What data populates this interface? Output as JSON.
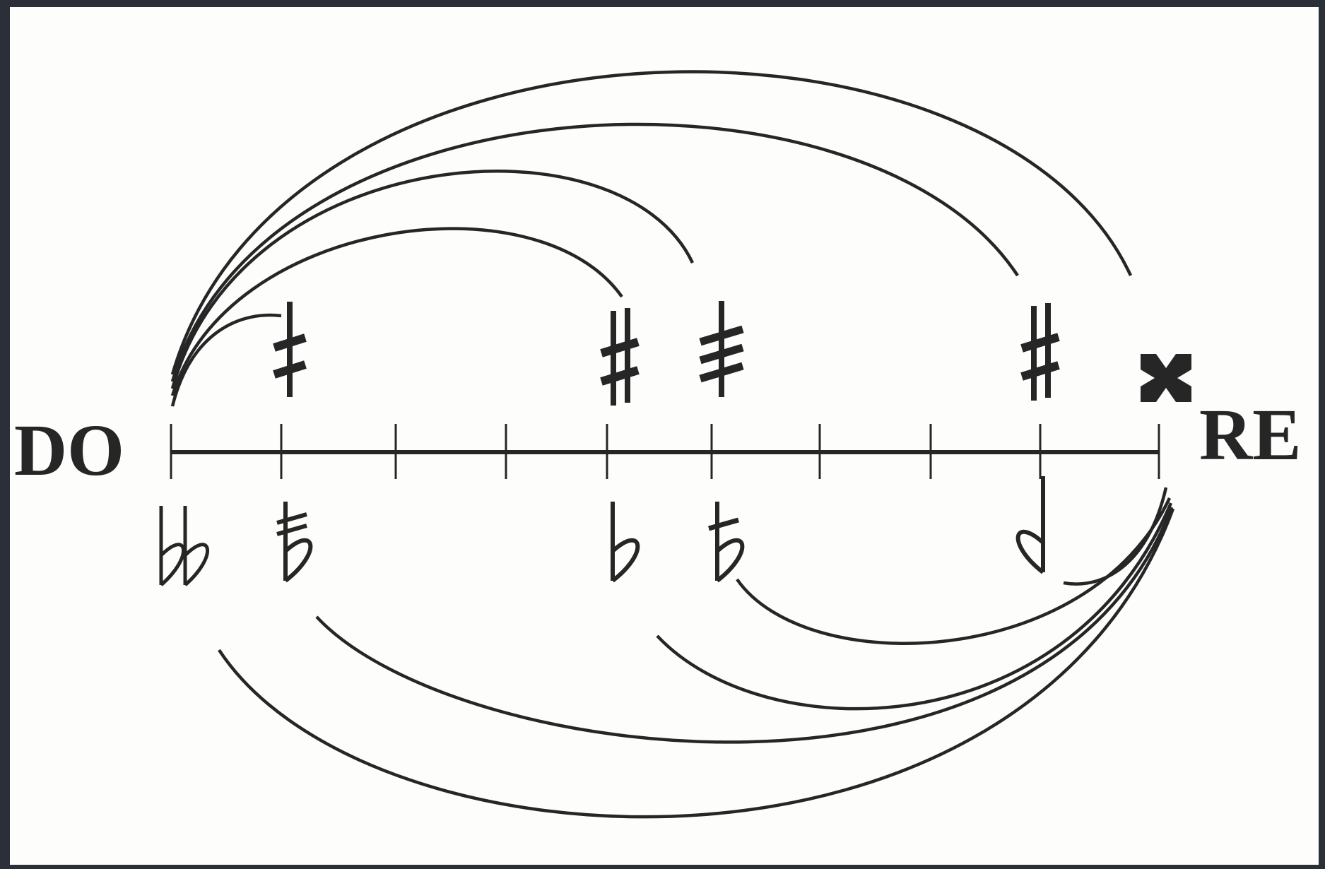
{
  "labels": {
    "left": "DO",
    "right": "RE"
  },
  "axis": {
    "divisions": 9
  },
  "accidentals_above": [
    {
      "step": 1,
      "symbol": "quarter-sharp"
    },
    {
      "step": 4,
      "symbol": "sharp"
    },
    {
      "step": 5,
      "symbol": "three-quarter-sharp"
    },
    {
      "step": 8,
      "symbol": "sharp"
    },
    {
      "step": 9,
      "symbol": "double-sharp"
    }
  ],
  "accidentals_below": [
    {
      "step": 0,
      "symbol": "double-flat"
    },
    {
      "step": 1,
      "symbol": "three-quarter-flat"
    },
    {
      "step": 4,
      "symbol": "flat"
    },
    {
      "step": 5,
      "symbol": "quarter-flat"
    },
    {
      "step": 8,
      "symbol": "reversed-flat"
    }
  ],
  "arcs_from_do": [
    1,
    4,
    5,
    8,
    9
  ],
  "arcs_to_re": [
    5,
    4,
    1,
    0
  ],
  "colors": {
    "ink": "#262626",
    "paper": "#fdfdfc",
    "frame": "#2b3038"
  }
}
